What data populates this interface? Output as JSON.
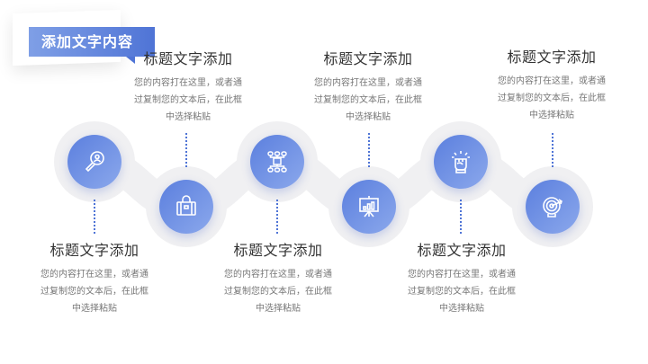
{
  "slide": {
    "title": "添加文字内容",
    "accent_color": "#5b7fde",
    "steps": [
      {
        "heading": "标题文字添加",
        "body_line1": "您的内容打在这里，或者通",
        "body_line2": "过复制您的文本后，在此框",
        "body_line3": "中选择粘贴",
        "icon": "user-search-icon",
        "position": "bottom"
      },
      {
        "heading": "标题文字添加",
        "body_line1": "您的内容打在这里，或者通",
        "body_line2": "过复制您的文本后，在此框",
        "body_line3": "中选择粘贴",
        "icon": "briefcase-icon",
        "position": "top"
      },
      {
        "heading": "标题文字添加",
        "body_line1": "您的内容打在这里，或者通",
        "body_line2": "过复制您的文本后，在此框",
        "body_line3": "中选择粘贴",
        "icon": "hierarchy-icon",
        "position": "bottom"
      },
      {
        "heading": "标题文字添加",
        "body_line1": "您的内容打在这里，或者通",
        "body_line2": "过复制您的文本后，在此框",
        "body_line3": "中选择粘贴",
        "icon": "presentation-chart-icon",
        "position": "top"
      },
      {
        "heading": "标题文字添加",
        "body_line1": "您的内容打在这里，或者通",
        "body_line2": "过复制您的文本后，在此框",
        "body_line3": "中选择粘贴",
        "icon": "fist-power-icon",
        "position": "bottom"
      },
      {
        "heading": "标题文字添加",
        "body_line1": "您的内容打在这里，或者通",
        "body_line2": "过复制您的文本后，在此框",
        "body_line3": "中选择粘贴",
        "icon": "target-icon",
        "position": "top"
      }
    ]
  }
}
